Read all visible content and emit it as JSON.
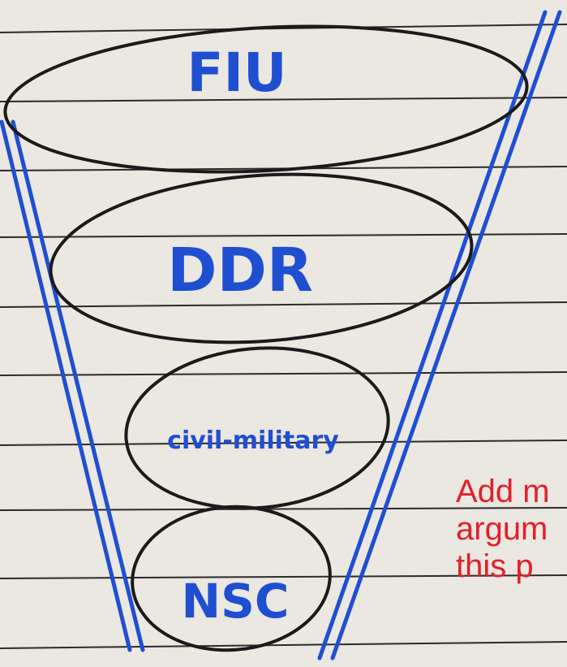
{
  "diagram": {
    "levels": [
      {
        "id": "fiu",
        "label": "FIU"
      },
      {
        "id": "ddr",
        "label": "DDR"
      },
      {
        "id": "civil-military",
        "label": "civil-military"
      },
      {
        "id": "nsc",
        "label": "NSC"
      }
    ]
  },
  "overlay_note": {
    "lines": [
      "Add m",
      "argum",
      "this p"
    ],
    "color": "#e2202b"
  },
  "colors": {
    "paper": "#e9e5df",
    "ruling": "#2b2b2b",
    "funnel_ink": "#1f4fd1",
    "ellipse_ink": "#1a1a1a"
  }
}
